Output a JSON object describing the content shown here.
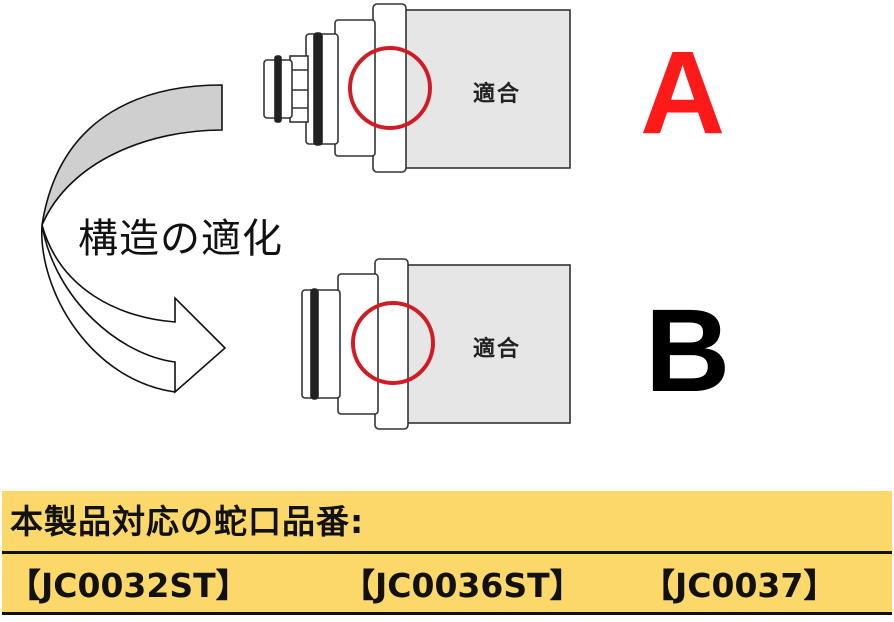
{
  "diagram": {
    "variants": [
      {
        "id": "A",
        "letter": "A",
        "letter_color": "#ff1a1a",
        "label": "適合",
        "ring_color": "#d01c24"
      },
      {
        "id": "B",
        "letter": "B",
        "letter_color": "#000000",
        "label": "適合",
        "ring_color": "#d01c24"
      }
    ],
    "arrow_caption": "構造の適化"
  },
  "panel": {
    "title": "本製品対応の蛇口品番:",
    "background": "#fcd86a",
    "models": [
      "【JC0032ST】",
      "【JC0036ST】",
      "【JC0037】"
    ]
  }
}
